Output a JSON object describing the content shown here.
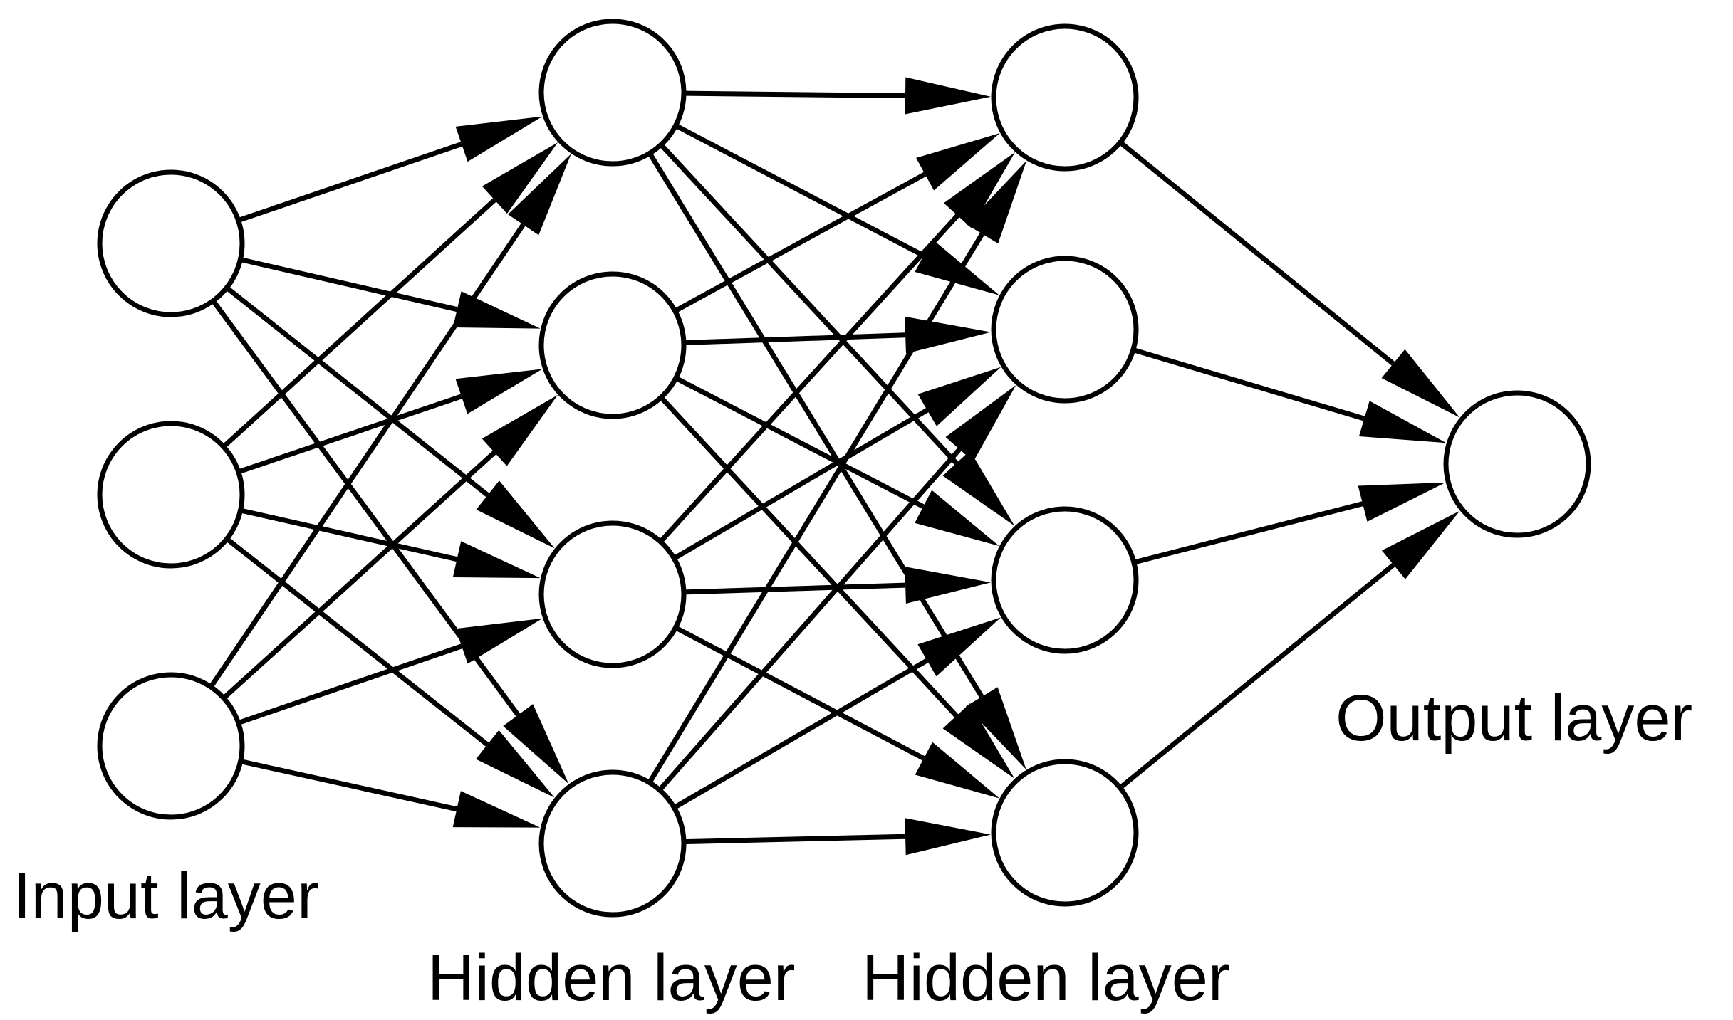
{
  "labels": {
    "input": "Input layer",
    "hidden1": "Hidden layer",
    "hidden2": "Hidden layer",
    "output": "Output layer"
  },
  "layers": [
    {
      "id": "input",
      "nodes": 3
    },
    {
      "id": "hidden1",
      "nodes": 4
    },
    {
      "id": "hidden2",
      "nodes": 4
    },
    {
      "id": "output",
      "nodes": 1
    }
  ],
  "connectivity": "fully-connected",
  "colors": {
    "stroke": "#000000",
    "node_fill": "#ffffff",
    "background": "#ffffff"
  }
}
